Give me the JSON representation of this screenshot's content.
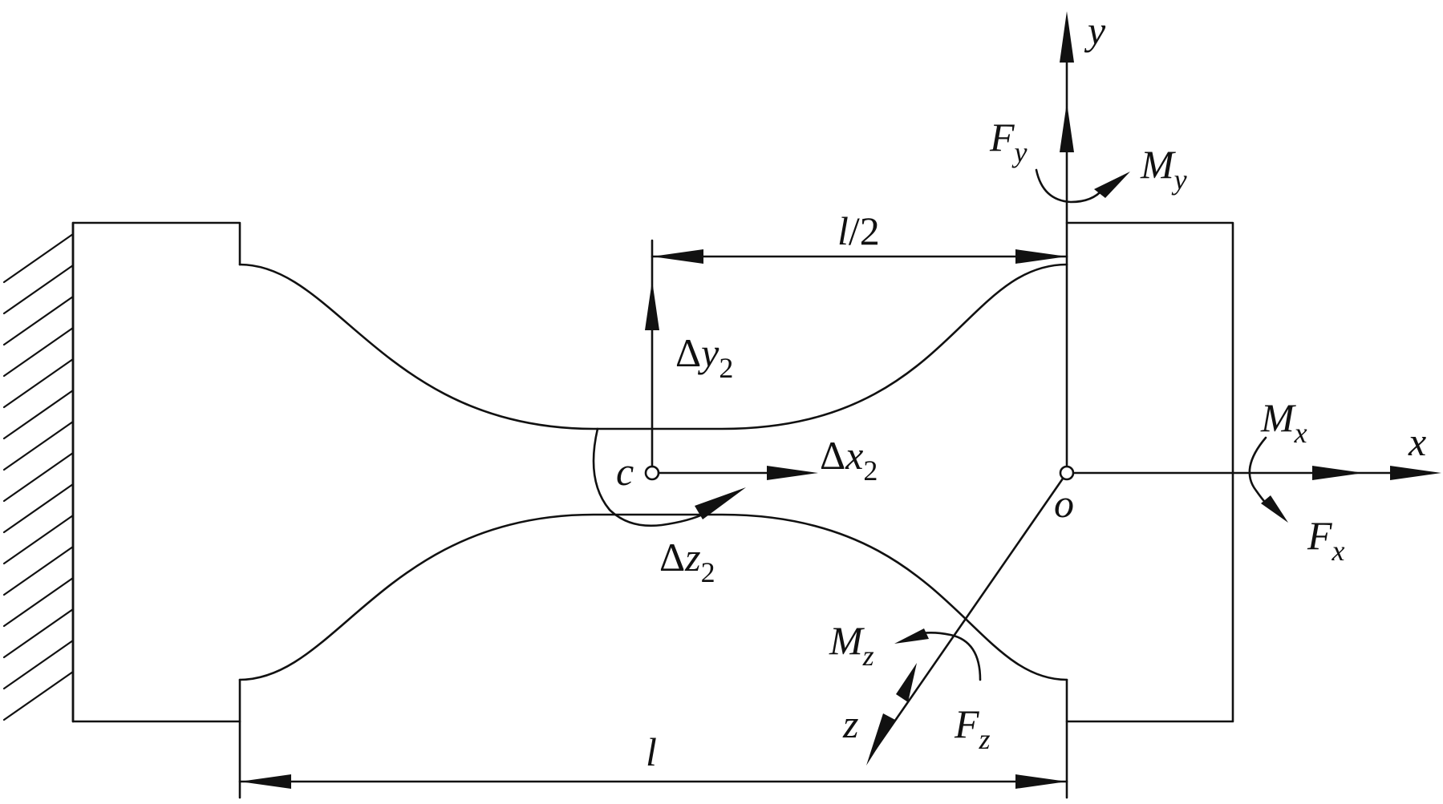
{
  "labels": {
    "y": "y",
    "x": "x",
    "z": "z",
    "o": "o",
    "c": "c",
    "Fy_main": "F",
    "Fy_sub": "y",
    "My_main": "M",
    "My_sub": "y",
    "Mx_main": "M",
    "Mx_sub": "x",
    "Fx_main": "F",
    "Fx_sub": "x",
    "Mz_main": "M",
    "Mz_sub": "z",
    "Fz_main": "F",
    "Fz_sub": "z",
    "dy2_delta": "Δ",
    "dy2_var": "y",
    "dy2_sub": "2",
    "dx2_delta": "Δ",
    "dx2_var": "x",
    "dx2_sub": "2",
    "dz2_delta": "Δ",
    "dz2_var": "z",
    "dz2_sub": "2",
    "half_l_main": "l",
    "half_l_rest": "/2",
    "l": "l"
  }
}
